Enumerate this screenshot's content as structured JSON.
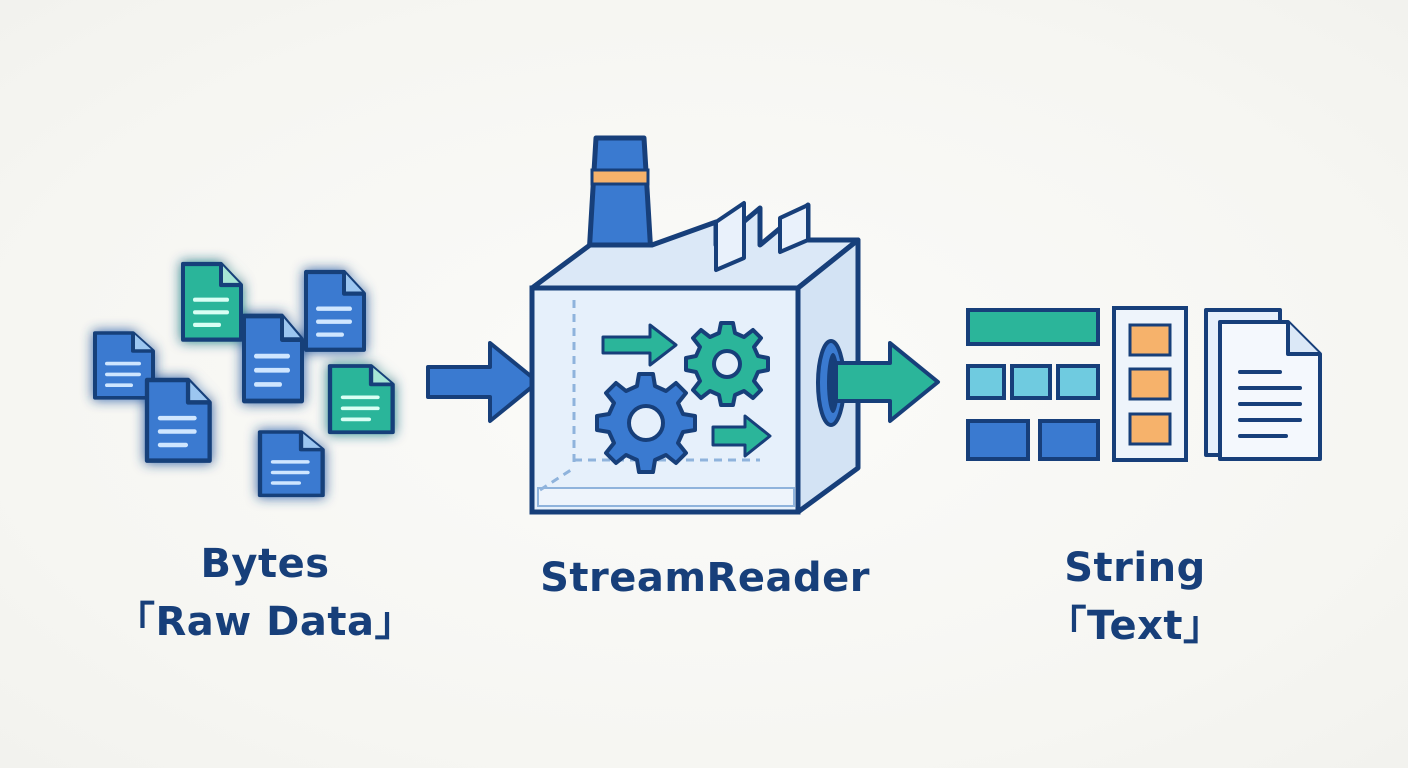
{
  "labels": {
    "bytes_title": "Bytes",
    "bytes_subtitle": "「Raw Data」",
    "reader_title": "StreamReader",
    "string_title": "String",
    "string_subtitle": "「Text」"
  },
  "colors": {
    "outline": "#173f7a",
    "blue": "#3a7ad0",
    "teal": "#2bb59a",
    "light_blue": "#6fcbe0",
    "orange": "#f6b26b",
    "box_fill": "#e6f0fb",
    "label": "#173f7a"
  },
  "icons": {
    "input": "byte-file-icons",
    "machine": "factory-gears-icon",
    "output": "table-and-document-icon"
  }
}
